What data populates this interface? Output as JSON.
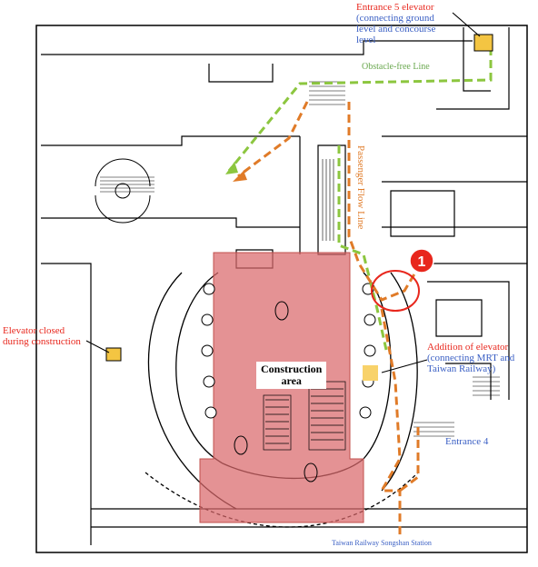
{
  "labels": {
    "entrance5": {
      "title": "Entrance 5 elevator",
      "detail_line1": "(connecting ground",
      "detail_line2": "level and concourse",
      "detail_line3": "level"
    },
    "obstacle_free": "Obstacle-free Line",
    "passenger_flow": "Passenger Flow Line",
    "elevator_closed_line1": "Elevator closed",
    "elevator_closed_line2": "during construction",
    "construction_line1": "Construction",
    "construction_line2": "area",
    "addition": {
      "title": "Addition of elevator",
      "detail_line1": "(connecting MRT and",
      "detail_line2": "Taiwan Railway)"
    },
    "entrance4": "Entrance 4",
    "station": "Taiwan Railway Songshan Station",
    "marker_number": "1"
  },
  "colors": {
    "construction_fill": "#d9686b",
    "obstacle_free": "#8cc63f",
    "passenger_flow": "#e07b28",
    "marker": "#e8271d",
    "elevator": "#f4c542",
    "red_text": "#e8271d",
    "blue_text": "#3a5fc4",
    "green_text": "#6aa84f"
  }
}
